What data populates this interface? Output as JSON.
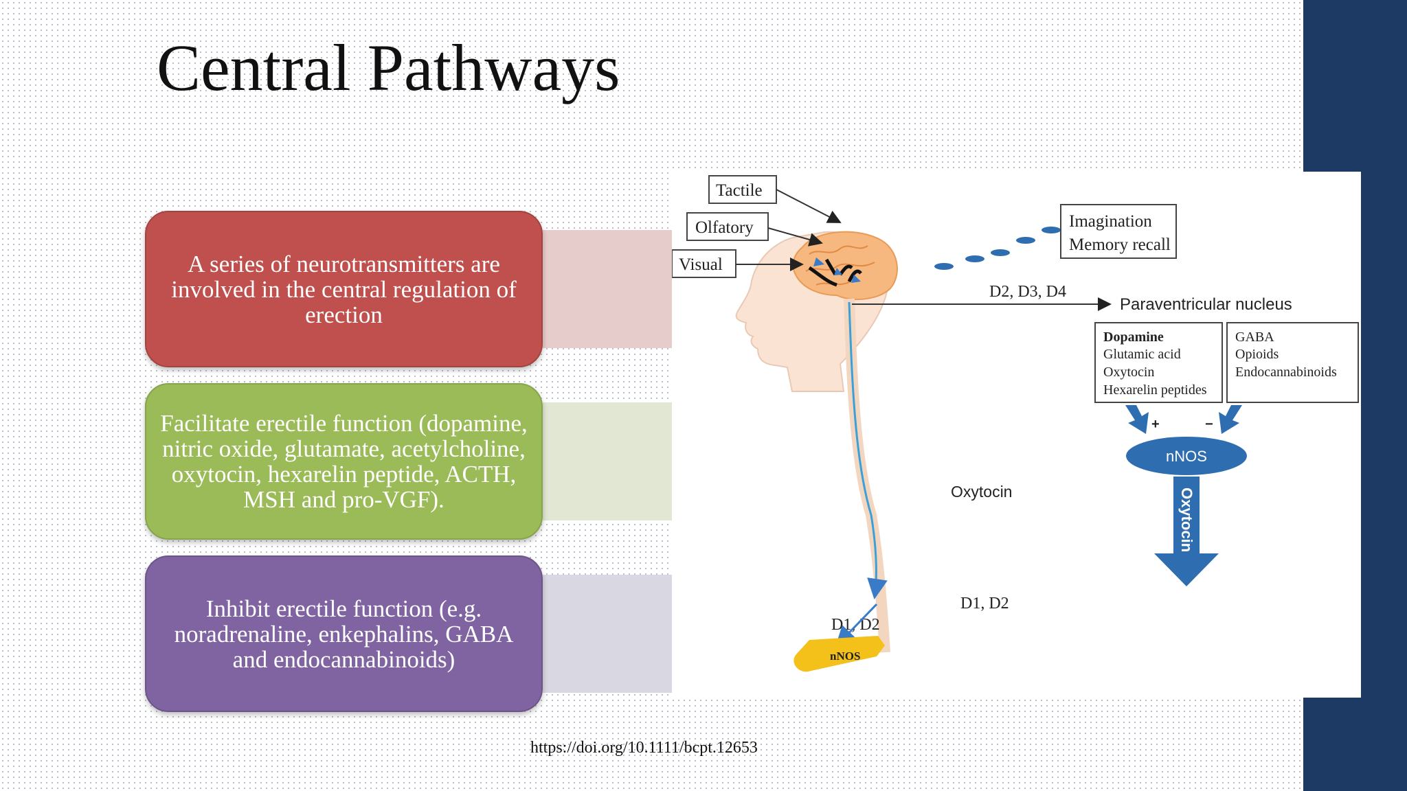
{
  "slide": {
    "title": "Central Pathways",
    "boxes": [
      {
        "text": "A series of neurotransmitters are involved in the central regulation of erection",
        "color": "#c0504d"
      },
      {
        "text": "Facilitate erectile function (dopamine, nitric oxide, glutamate, acetylcholine, oxytocin, hexarelin peptide, ACTH, MSH and pro-VGF).",
        "color": "#9bbb59"
      },
      {
        "text": "Inhibit erectile function (e.g. noradrenaline, enkephalins, GABA and endocannabinoids)",
        "color": "#8064a2"
      }
    ],
    "doi": "https://doi.org/10.1111/bcpt.12653",
    "accent": "#1c3a63"
  },
  "figure": {
    "stimuli": [
      "Tactile",
      "Olfatory",
      "Visual"
    ],
    "imagination": [
      "Imagination",
      "Memory recall"
    ],
    "receptors_top": "D2, D3, D4",
    "pvn": "Paraventricular nucleus",
    "facilitators": [
      "Dopamine",
      "Glutamic acid",
      "Oxytocin",
      "Hexarelin peptides"
    ],
    "inhibitors": [
      "GABA",
      "Opioids",
      "Endocannabinoids"
    ],
    "plus": "+",
    "minus": "−",
    "nnos_center": "nNOS",
    "oxytocin_arrow": "Oxytocin",
    "oxytocin_pathway": "Oxytocin",
    "receptors_spinal": "D1, D2",
    "receptors_penile": "D1, D2",
    "nnos_penile": "nNOS"
  }
}
